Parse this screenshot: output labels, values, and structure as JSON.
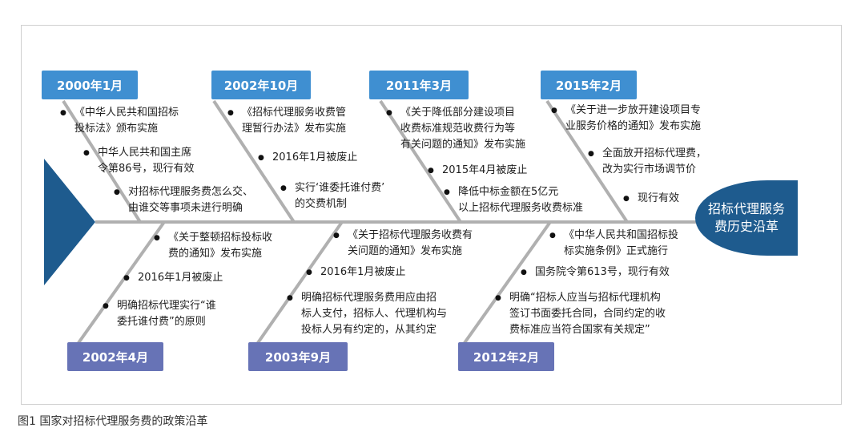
{
  "head": {
    "line1": "招标代理服务",
    "line2": "费历史沿革"
  },
  "caption": "图1   国家对招标代理服务费的政策沿革",
  "colors": {
    "top_box": "#3f8fd1",
    "bottom_box": "#6773b6",
    "head": "#1e5b8e",
    "spine": "#b0b0b0",
    "tail": "#1e5b8e"
  },
  "top": [
    {
      "date": "2000年1月",
      "items": [
        [
          "《中华人民共和国招标",
          "投标法》颁布实施"
        ],
        [
          "中华人民共和国主席",
          "令第86号，现行有效"
        ],
        [
          "对招标代理服务费怎么交、",
          "由谁交等事项未进行明确"
        ]
      ]
    },
    {
      "date": "2002年10月",
      "items": [
        [
          "《招标代理服务收费管",
          "理暂行办法》发布实施"
        ],
        [
          "2016年1月被废止"
        ],
        [
          "实行‘谁委托谁付费’",
          "的交费机制"
        ]
      ]
    },
    {
      "date": "2011年3月",
      "items": [
        [
          "《关于降低部分建设项目",
          "收费标准规范收费行为等",
          "有关问题的通知》发布实施"
        ],
        [
          "2015年4月被废止"
        ],
        [
          "降低中标金额在5亿元",
          "以上招标代理服务收费标准"
        ]
      ]
    },
    {
      "date": "2015年2月",
      "items": [
        [
          "《关于进一步放开建设项目专",
          "业服务价格的通知》发布实施"
        ],
        [
          "全面放开招标代理费，",
          "改为实行市场调节价"
        ],
        [
          "现行有效"
        ]
      ]
    }
  ],
  "bottom": [
    {
      "date": "2002年4月",
      "items": [
        [
          "《关于整顿招标投标收",
          "费的通知》发布实施"
        ],
        [
          "2016年1月被废止"
        ],
        [
          "明确招标代理实行“谁",
          "委托谁付费”的原则"
        ]
      ]
    },
    {
      "date": "2003年9月",
      "items": [
        [
          "《关于招标代理服务收费有",
          "关问题的通知》发布实施"
        ],
        [
          "2016年1月被废止"
        ],
        [
          "明确招标代理服务费用应由招",
          "标人支付，招标人、代理机构与",
          "投标人另有约定的，从其约定"
        ]
      ]
    },
    {
      "date": "2012年2月",
      "items": [
        [
          "《中华人民共和国招标投",
          "标实施条例》正式施行"
        ],
        [
          "国务院令第613号，现行有效"
        ],
        [
          "明确“招标人应当与招标代理机构",
          "签订书面委托合同，合同约定的收",
          "费标准应当符合国家有关规定”"
        ]
      ]
    }
  ]
}
